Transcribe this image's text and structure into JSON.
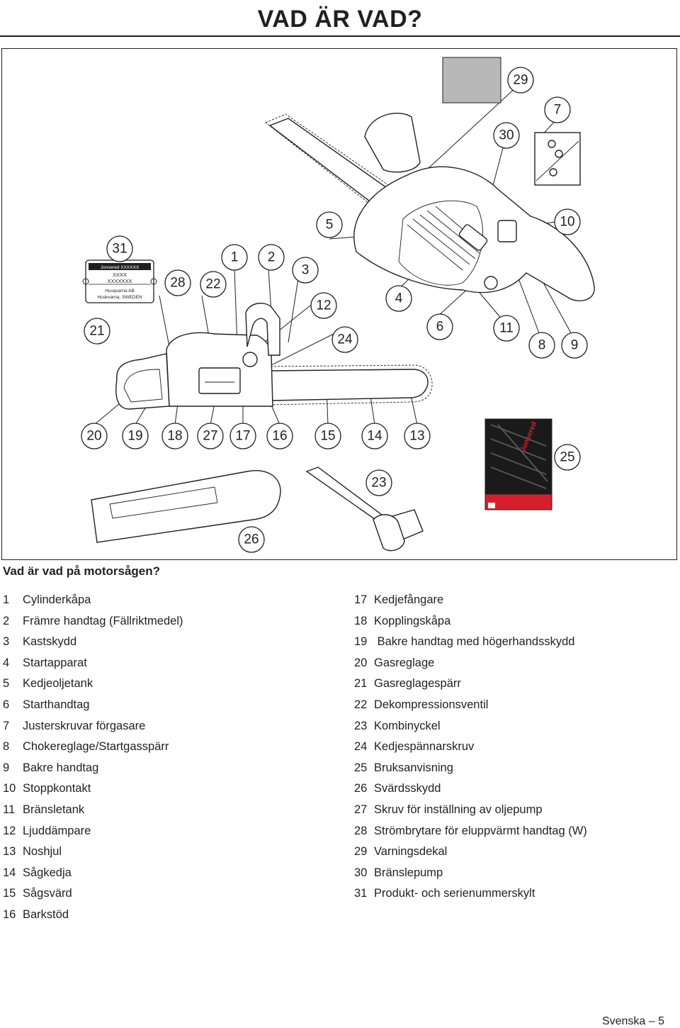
{
  "header": {
    "title": "VAD ÄR VAD?"
  },
  "figure": {
    "callouts": [
      "1",
      "2",
      "3",
      "4",
      "5",
      "6",
      "7",
      "8",
      "9",
      "10",
      "11",
      "12",
      "13",
      "14",
      "15",
      "16",
      "17",
      "18",
      "19",
      "20",
      "21",
      "22",
      "23",
      "24",
      "25",
      "26",
      "27",
      "28",
      "29",
      "30",
      "31"
    ],
    "nameplate": {
      "line1": "Jonsered XXXXXX",
      "line2": "XXXX",
      "line3": "XXXXXXX",
      "line4": "Husqvarna AB",
      "line5": "Huskvarna, SWEDEN"
    },
    "manual_cover": {
      "brand": "Jonsered",
      "cover_color": "#1a1a1a",
      "band_color": "#d71f2b"
    }
  },
  "section": {
    "title": "Vad är vad på motorsågen?"
  },
  "parts_left": [
    {
      "num": "1",
      "label": "Cylinderkåpa"
    },
    {
      "num": "2",
      "label": "Främre handtag (Fällriktmedel)"
    },
    {
      "num": "3",
      "label": "Kastskydd"
    },
    {
      "num": "4",
      "label": "Startapparat"
    },
    {
      "num": "5",
      "label": "Kedjeoljetank"
    },
    {
      "num": "6",
      "label": "Starthandtag"
    },
    {
      "num": "7",
      "label": "Justerskruvar förgasare"
    },
    {
      "num": "8",
      "label": "Chokereglage/Startgasspärr"
    },
    {
      "num": "9",
      "label": "Bakre handtag"
    },
    {
      "num": "10",
      "label": "Stoppkontakt"
    },
    {
      "num": "11",
      "label": "Bränsletank"
    },
    {
      "num": "12",
      "label": "Ljuddämpare"
    },
    {
      "num": "13",
      "label": "Noshjul"
    },
    {
      "num": "14",
      "label": "Sågkedja"
    },
    {
      "num": "15",
      "label": "Sågsvärd"
    },
    {
      "num": "16",
      "label": "Barkstöd"
    }
  ],
  "parts_right": [
    {
      "num": "17",
      "label": "Kedjefångare"
    },
    {
      "num": "18",
      "label": "Kopplingskåpa"
    },
    {
      "num": "19",
      "label": " Bakre handtag med högerhandsskydd"
    },
    {
      "num": "20",
      "label": "Gasreglage"
    },
    {
      "num": "21",
      "label": "Gasreglagespärr"
    },
    {
      "num": "22",
      "label": "Dekompressionsventil"
    },
    {
      "num": "23",
      "label": "Kombinyckel"
    },
    {
      "num": "24",
      "label": "Kedjespännarskruv"
    },
    {
      "num": "25",
      "label": "Bruksanvisning"
    },
    {
      "num": "26",
      "label": "Svärdsskydd"
    },
    {
      "num": "27",
      "label": "Skruv för inställning av oljepump"
    },
    {
      "num": "28",
      "label": "Strömbrytare för eluppvärmt handtag (W)"
    },
    {
      "num": "29",
      "label": "Varningsdekal"
    },
    {
      "num": "30",
      "label": "Bränslepump"
    },
    {
      "num": "31",
      "label": "Produkt- och serienummerskylt"
    }
  ],
  "footer": {
    "page_label": "Svenska – 5"
  }
}
